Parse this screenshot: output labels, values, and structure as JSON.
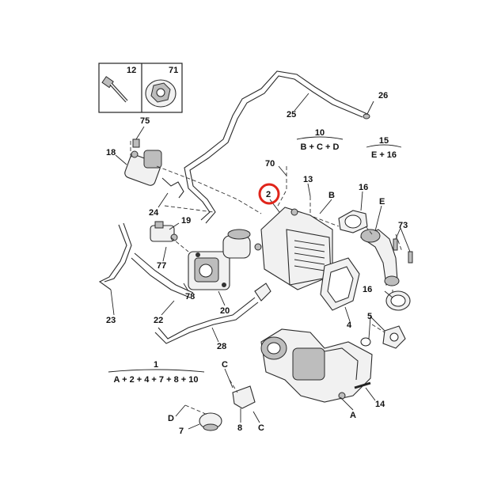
{
  "highlight_color": "#e0251b",
  "inset_labels": {
    "bolt": "12",
    "nut": "71"
  },
  "callouts": [
    {
      "id": "c26",
      "text": "26"
    },
    {
      "id": "c25",
      "text": "25"
    },
    {
      "id": "c75",
      "text": "75"
    },
    {
      "id": "c18",
      "text": "18"
    },
    {
      "id": "c70",
      "text": "70"
    },
    {
      "id": "c13",
      "text": "13"
    },
    {
      "id": "c2",
      "text": "2"
    },
    {
      "id": "cB",
      "text": "B"
    },
    {
      "id": "c16a",
      "text": "16"
    },
    {
      "id": "cE",
      "text": "E"
    },
    {
      "id": "c73",
      "text": "73"
    },
    {
      "id": "c24",
      "text": "24"
    },
    {
      "id": "c19",
      "text": "19"
    },
    {
      "id": "c77",
      "text": "77"
    },
    {
      "id": "c78",
      "text": "78"
    },
    {
      "id": "c20",
      "text": "20"
    },
    {
      "id": "c23",
      "text": "23"
    },
    {
      "id": "c22",
      "text": "22"
    },
    {
      "id": "c28",
      "text": "28"
    },
    {
      "id": "c16b",
      "text": "16"
    },
    {
      "id": "c4",
      "text": "4"
    },
    {
      "id": "c5",
      "text": "5"
    },
    {
      "id": "cC1",
      "text": "C"
    },
    {
      "id": "cD",
      "text": "D"
    },
    {
      "id": "c7",
      "text": "7"
    },
    {
      "id": "c8",
      "text": "8"
    },
    {
      "id": "cC2",
      "text": "C"
    },
    {
      "id": "c14",
      "text": "14"
    },
    {
      "id": "cA",
      "text": "A"
    }
  ],
  "kits": [
    {
      "id": "kit10",
      "number": "10",
      "contents": "B + C + D"
    },
    {
      "id": "kit15",
      "number": "15",
      "contents": "E + 16"
    },
    {
      "id": "kit1",
      "number": "1",
      "contents": "A + 2 + 4 + 7 + 8 + 10"
    }
  ]
}
